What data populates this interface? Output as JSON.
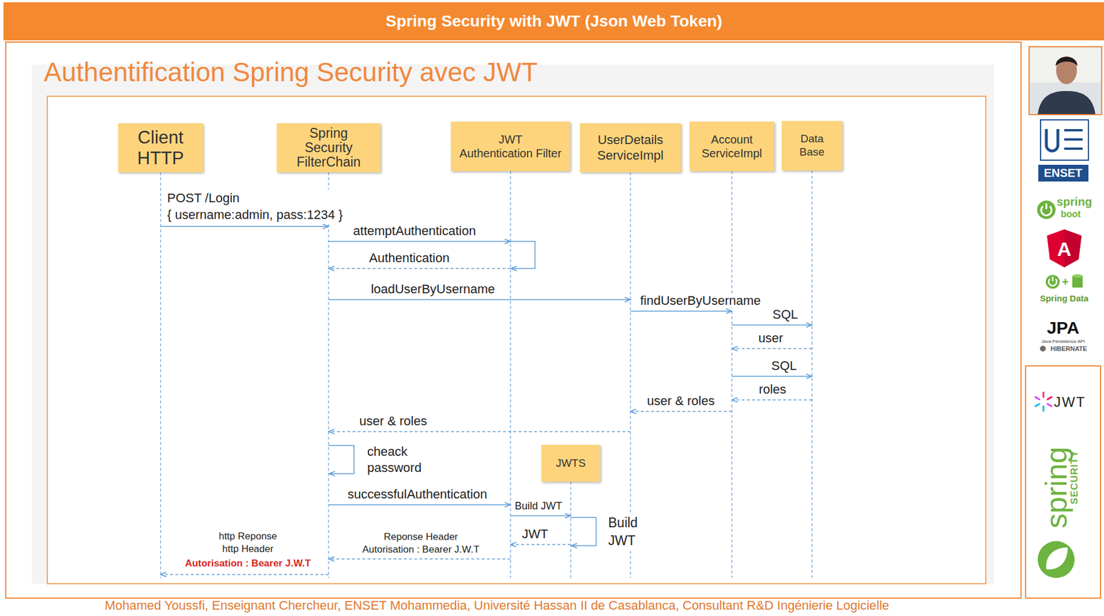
{
  "diagram": {
    "title": "Authentification Spring Security avec JWT",
    "caption": "Mohamed Youssfi, Enseignant Chercheur, ENSET Mohammedia, Université Hassan II de Casablanca, Consultant R&D Ingénierie Logicielle",
    "nodes": [
      {
        "text": [
          "Client HTTP"
        ]
      },
      {
        "text": [
          "Spring Security FilterChain"
        ]
      },
      {
        "text": [
          "JWT Authentication Filter"
        ]
      },
      {
        "text": [
          "UserDetails ServiceImpl"
        ]
      },
      {
        "text": [
          "Account ServiceImpl"
        ]
      },
      {
        "text": [
          "Data Base"
        ]
      },
      {
        "text": [
          "JWTS"
        ]
      }
    ],
    "edges": [
      {
        "from": 0,
        "to": 1,
        "label": "POST /Login { username:admin, pass:1234 }",
        "arrow": "to"
      },
      {
        "from": 1,
        "to": 2,
        "label": "attemptAuthentication",
        "arrow": "to"
      },
      {
        "from": 2,
        "to": 2,
        "arrow": "to"
      },
      {
        "from": 2,
        "to": 1,
        "label": "Authentication",
        "arrow": "to"
      },
      {
        "from": 1,
        "to": 3,
        "label": "loadUserByUsername",
        "arrow": "to"
      },
      {
        "from": 3,
        "to": 4,
        "label": "findUserByUsername",
        "arrow": "to"
      },
      {
        "from": 4,
        "to": 5,
        "label": "SQL",
        "arrow": "to"
      },
      {
        "from": 5,
        "to": 4,
        "label": "user",
        "arrow": "to"
      },
      {
        "from": 4,
        "to": 5,
        "label": "SQL",
        "arrow": "to"
      },
      {
        "from": 5,
        "to": 4,
        "label": "roles",
        "arrow": "to"
      },
      {
        "from": 4,
        "to": 3,
        "label": "user & roles",
        "arrow": "to"
      },
      {
        "from": 3,
        "to": 1,
        "label": "user & roles",
        "arrow": "to"
      },
      {
        "from": 1,
        "to": 1,
        "label": "cheack password",
        "arrow": "to"
      },
      {
        "from": 1,
        "to": 2,
        "label": "successfulAuthentication",
        "arrow": "to"
      },
      {
        "from": 2,
        "to": 6,
        "label": "Build JWT",
        "arrow": "to"
      },
      {
        "from": 6,
        "to": 6,
        "label": "Build JWT",
        "arrow": "to"
      },
      {
        "from": 6,
        "to": 2,
        "label": "JWT",
        "arrow": "to"
      },
      {
        "from": 2,
        "to": 1,
        "label": "Reponse Header Autorisation : Bearer J.W.T",
        "arrow": "to"
      },
      {
        "from": 1,
        "to": 0,
        "label": "http Reponse http Header",
        "arrow": "to"
      }
    ],
    "labels": [
      "Spring Security with JWT (Json Web Token)",
      "Autorisation : Bearer J.W.T",
      "ENSET",
      "spring",
      "boot",
      "A",
      "Spring Data",
      "JPA",
      "Java Persistence API",
      "HIBERNATE",
      "JWT",
      "spring",
      "SECURITY"
    ]
  }
}
